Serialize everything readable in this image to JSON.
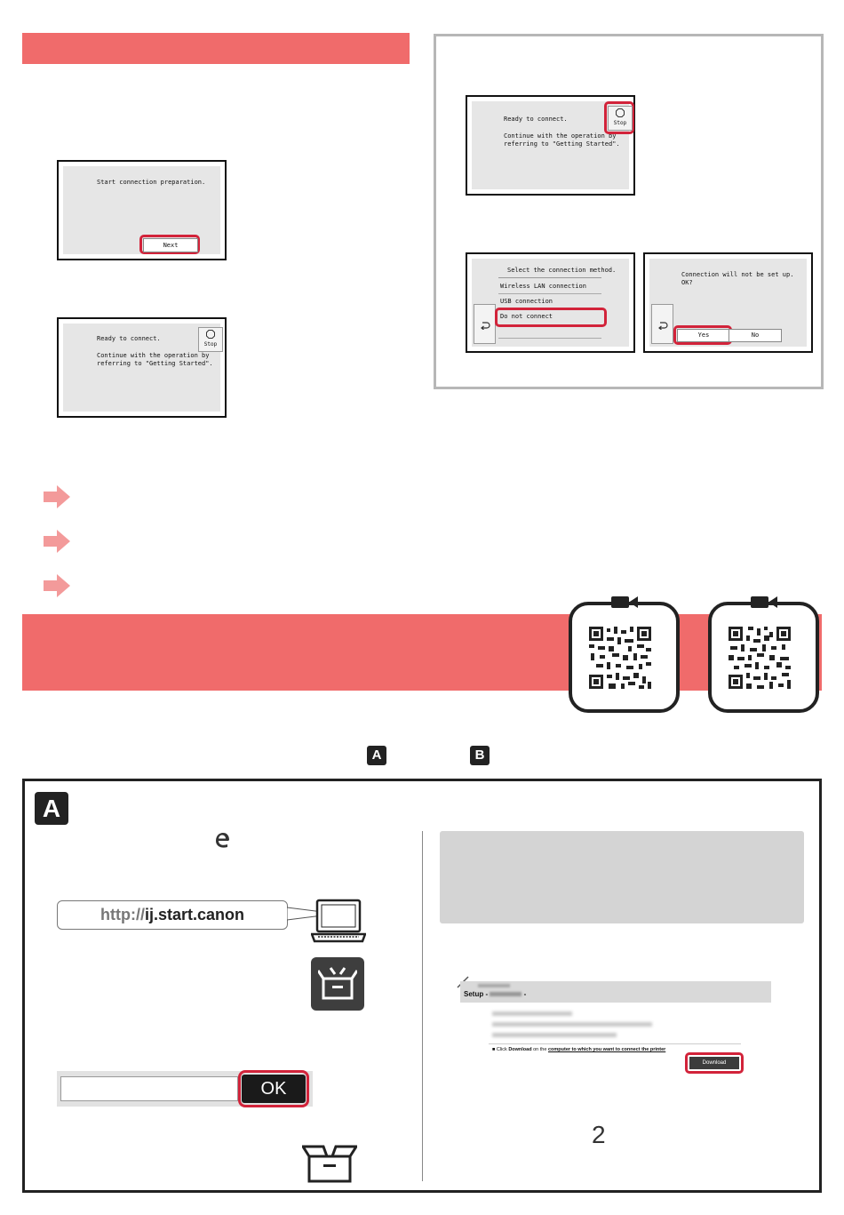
{
  "screen1": {
    "message": "Start connection preparation.",
    "next_button": "Next"
  },
  "screen2": {
    "line1": "Ready to connect.",
    "line2": "Continue with the operation by",
    "line3": "referring to \"Getting Started\".",
    "stop_label": "Stop"
  },
  "screen3": {
    "line1": "Ready to connect.",
    "line2": "Continue with the operation by",
    "line3": "referring to \"Getting Started\".",
    "stop_label": "Stop"
  },
  "screen4": {
    "title": "Select the connection method.",
    "options": [
      "Wireless LAN connection",
      "USB connection",
      "Do not connect"
    ]
  },
  "screen5": {
    "line1": "Connection will not be set up.",
    "line2": "OK?",
    "yes_button": "Yes",
    "no_button": "No"
  },
  "badges": {
    "a": "A",
    "b": "B",
    "section_a": "A"
  },
  "section_a": {
    "url_prefix": "http://",
    "url_domain": "ij.start.canon",
    "ok_button": "OK",
    "page_number": "2"
  },
  "setup_page": {
    "heading_prefix": "Setup - ",
    "heading_suffix": " -",
    "note_prefix": "Click ",
    "note_bold": "Download",
    "note_mid": " on the ",
    "note_link": "computer to which you want to connect the printer",
    "download_button": "Download"
  },
  "colors": {
    "accent_red": "#f06b6b",
    "highlight_red": "#d2233a",
    "gray_panel": "#d4d4d4"
  }
}
